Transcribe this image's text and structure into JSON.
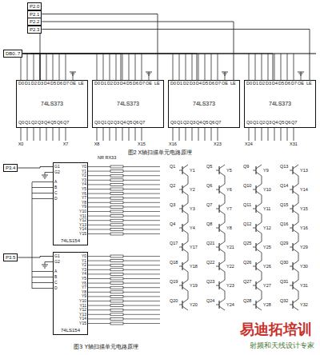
{
  "diagram": {
    "caption": "图3 Y轴扫描单元电路原理",
    "nodes": [
      {
        "text": [
          "P2.0"
        ]
      },
      {
        "text": [
          "P2.1"
        ]
      },
      {
        "text": [
          "P2.2"
        ]
      },
      {
        "text": [
          "P2.3"
        ]
      },
      {
        "text": [
          "DB0..7"
        ]
      },
      {
        "text": [
          "74LS373"
        ]
      },
      {
        "text": [
          "74LS373"
        ]
      },
      {
        "text": [
          "74LS373"
        ]
      },
      {
        "text": [
          "74LS373"
        ]
      },
      {
        "text": [
          "P3.4"
        ]
      },
      {
        "text": [
          "74LS154"
        ]
      },
      {
        "text": [
          "P3.5"
        ]
      },
      {
        "text": [
          "74LS154"
        ]
      }
    ],
    "edges": [
      {
        "from": 0,
        "to": 5,
        "arrow": "none"
      },
      {
        "from": 1,
        "to": 6,
        "arrow": "none"
      },
      {
        "from": 2,
        "to": 7,
        "arrow": "none"
      },
      {
        "from": 3,
        "to": 8,
        "arrow": "none"
      },
      {
        "from": 4,
        "to": 5,
        "arrow": "none"
      },
      {
        "from": 4,
        "to": 6,
        "arrow": "none"
      },
      {
        "from": 4,
        "to": 7,
        "arrow": "none"
      },
      {
        "from": 4,
        "to": 8,
        "arrow": "none"
      },
      {
        "from": 9,
        "to": 10,
        "arrow": "none"
      },
      {
        "from": 11,
        "to": 12,
        "arrow": "none"
      }
    ],
    "labels": [
      "图2 X轴扫描单元电路原理",
      "D0",
      "D1",
      "D2",
      "D3",
      "D4",
      "D5",
      "D6",
      "D7",
      "OE",
      "LE",
      "Q0",
      "Q1",
      "Q2",
      "Q3",
      "Q4",
      "Q5",
      "Q6",
      "Q7",
      "D0",
      "D1",
      "D2",
      "D3",
      "D4",
      "D5",
      "D6",
      "D7",
      "OE",
      "LE",
      "Q0",
      "Q1",
      "Q2",
      "Q3",
      "Q4",
      "Q5",
      "Q6",
      "Q7",
      "D0",
      "D1",
      "D2",
      "D3",
      "D4",
      "D5",
      "D6",
      "D7",
      "OE",
      "LE",
      "Q0",
      "Q1",
      "Q2",
      "Q3",
      "Q4",
      "Q5",
      "Q6",
      "Q7",
      "D0",
      "D1",
      "D2",
      "D3",
      "D4",
      "D5",
      "D6",
      "D7",
      "OE",
      "LE",
      "Q0",
      "Q1",
      "Q2",
      "Q3",
      "Q4",
      "Q5",
      "Q6",
      "Q7",
      "X0",
      "X7",
      "X8",
      "X15",
      "X16",
      "X23",
      "X24",
      "X31",
      "NR RX33",
      "G1",
      "G2",
      "A",
      "B",
      "C",
      "D",
      "Y0",
      "Y1",
      "Y2",
      "Y3",
      "Y4",
      "Y5",
      "Y6",
      "Y7",
      "Y8",
      "Y9",
      "Y10",
      "Y11",
      "Y12",
      "Y13",
      "Y14",
      "Y15",
      "G1",
      "G2",
      "A",
      "B",
      "C",
      "D",
      "Y0",
      "Y1",
      "Y2",
      "Y3",
      "Y4",
      "Y5",
      "Y6",
      "Y7",
      "Y8",
      "Y9",
      "Y10",
      "Y11",
      "Y12",
      "Y13",
      "Y14",
      "Y15",
      "Q1",
      "Y1",
      "Q5",
      "Y5",
      "Q9",
      "Y9",
      "Q13",
      "Y13",
      "Q2",
      "Y2",
      "Q6",
      "Y6",
      "Q10",
      "Y10",
      "Q14",
      "Y14",
      "Q3",
      "Y3",
      "Q7",
      "Y7",
      "Q11",
      "Y11",
      "Q15",
      "Y15",
      "Q4",
      "Y4",
      "Q8",
      "Y8",
      "Q12",
      "Y12",
      "Q16",
      "Y16",
      "Q17",
      "Y17",
      "Q21",
      "Y21",
      "Q25",
      "Y25",
      "Q29",
      "Y29",
      "Q18",
      "Y18",
      "Q22",
      "Y22",
      "Q26",
      "Y26",
      "Q30",
      "Y30",
      "Q19",
      "Y19",
      "Q23",
      "Y23",
      "Q27",
      "Y27",
      "Q31",
      "Y31",
      "Q20",
      "Y20",
      "Q24",
      "Y24",
      "Q28",
      "Y28",
      "Q32",
      "Y32",
      "易迪拓培训",
      "射频和天线设计专家"
    ]
  }
}
